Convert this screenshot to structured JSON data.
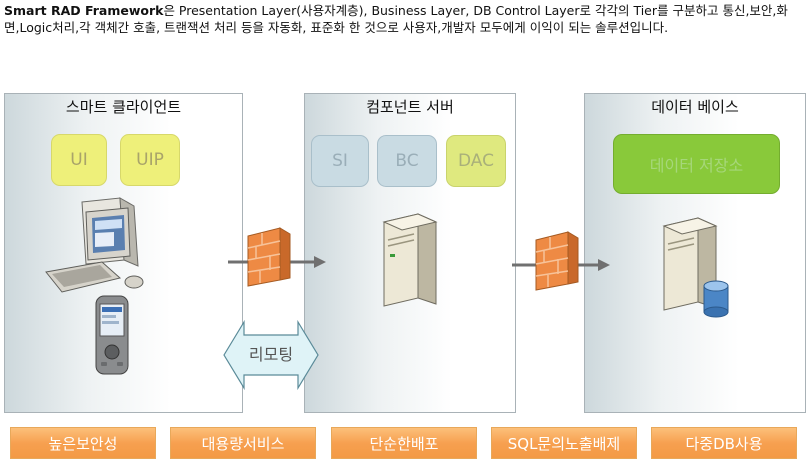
{
  "intro": {
    "bold_title": "Smart RAD Framework",
    "text": "은 Presentation Layer(사용자계층), Business Layer, DB Control Layer로 각각의 Tier를 구분하고 통신,보안,화면,Logic처리,각  객체간 호출, 트랜잭션 처리 등을 자동화, 표준화 한 것으로 사용자,개발자 모두에게 이익이 되는 솔루션입니다."
  },
  "panels": {
    "client": {
      "title": "스마트 클라이언트",
      "modules": [
        "UI",
        "UIP"
      ]
    },
    "server": {
      "title": "컴포넌트 서버",
      "modules": [
        "SI",
        "BC",
        "DAC"
      ]
    },
    "database": {
      "title": "데이터 베이스",
      "store_label": "데이터 저장소"
    }
  },
  "remoting_label": "리모팅",
  "features": [
    "높은보안성",
    "대용량서비스",
    "단순한배포",
    "SQL문의노출배제",
    "다중DB사용"
  ],
  "icons": [
    "desktop-computer-icon",
    "pda-icon",
    "firewall-icon",
    "server-icon",
    "database-server-icon"
  ],
  "colors": {
    "feature_orange": "#f7a050",
    "module_yellow": "#eef07a",
    "module_blue": "#c9dbe3",
    "module_green": "#dfe97f",
    "store_green": "#89c93a"
  }
}
